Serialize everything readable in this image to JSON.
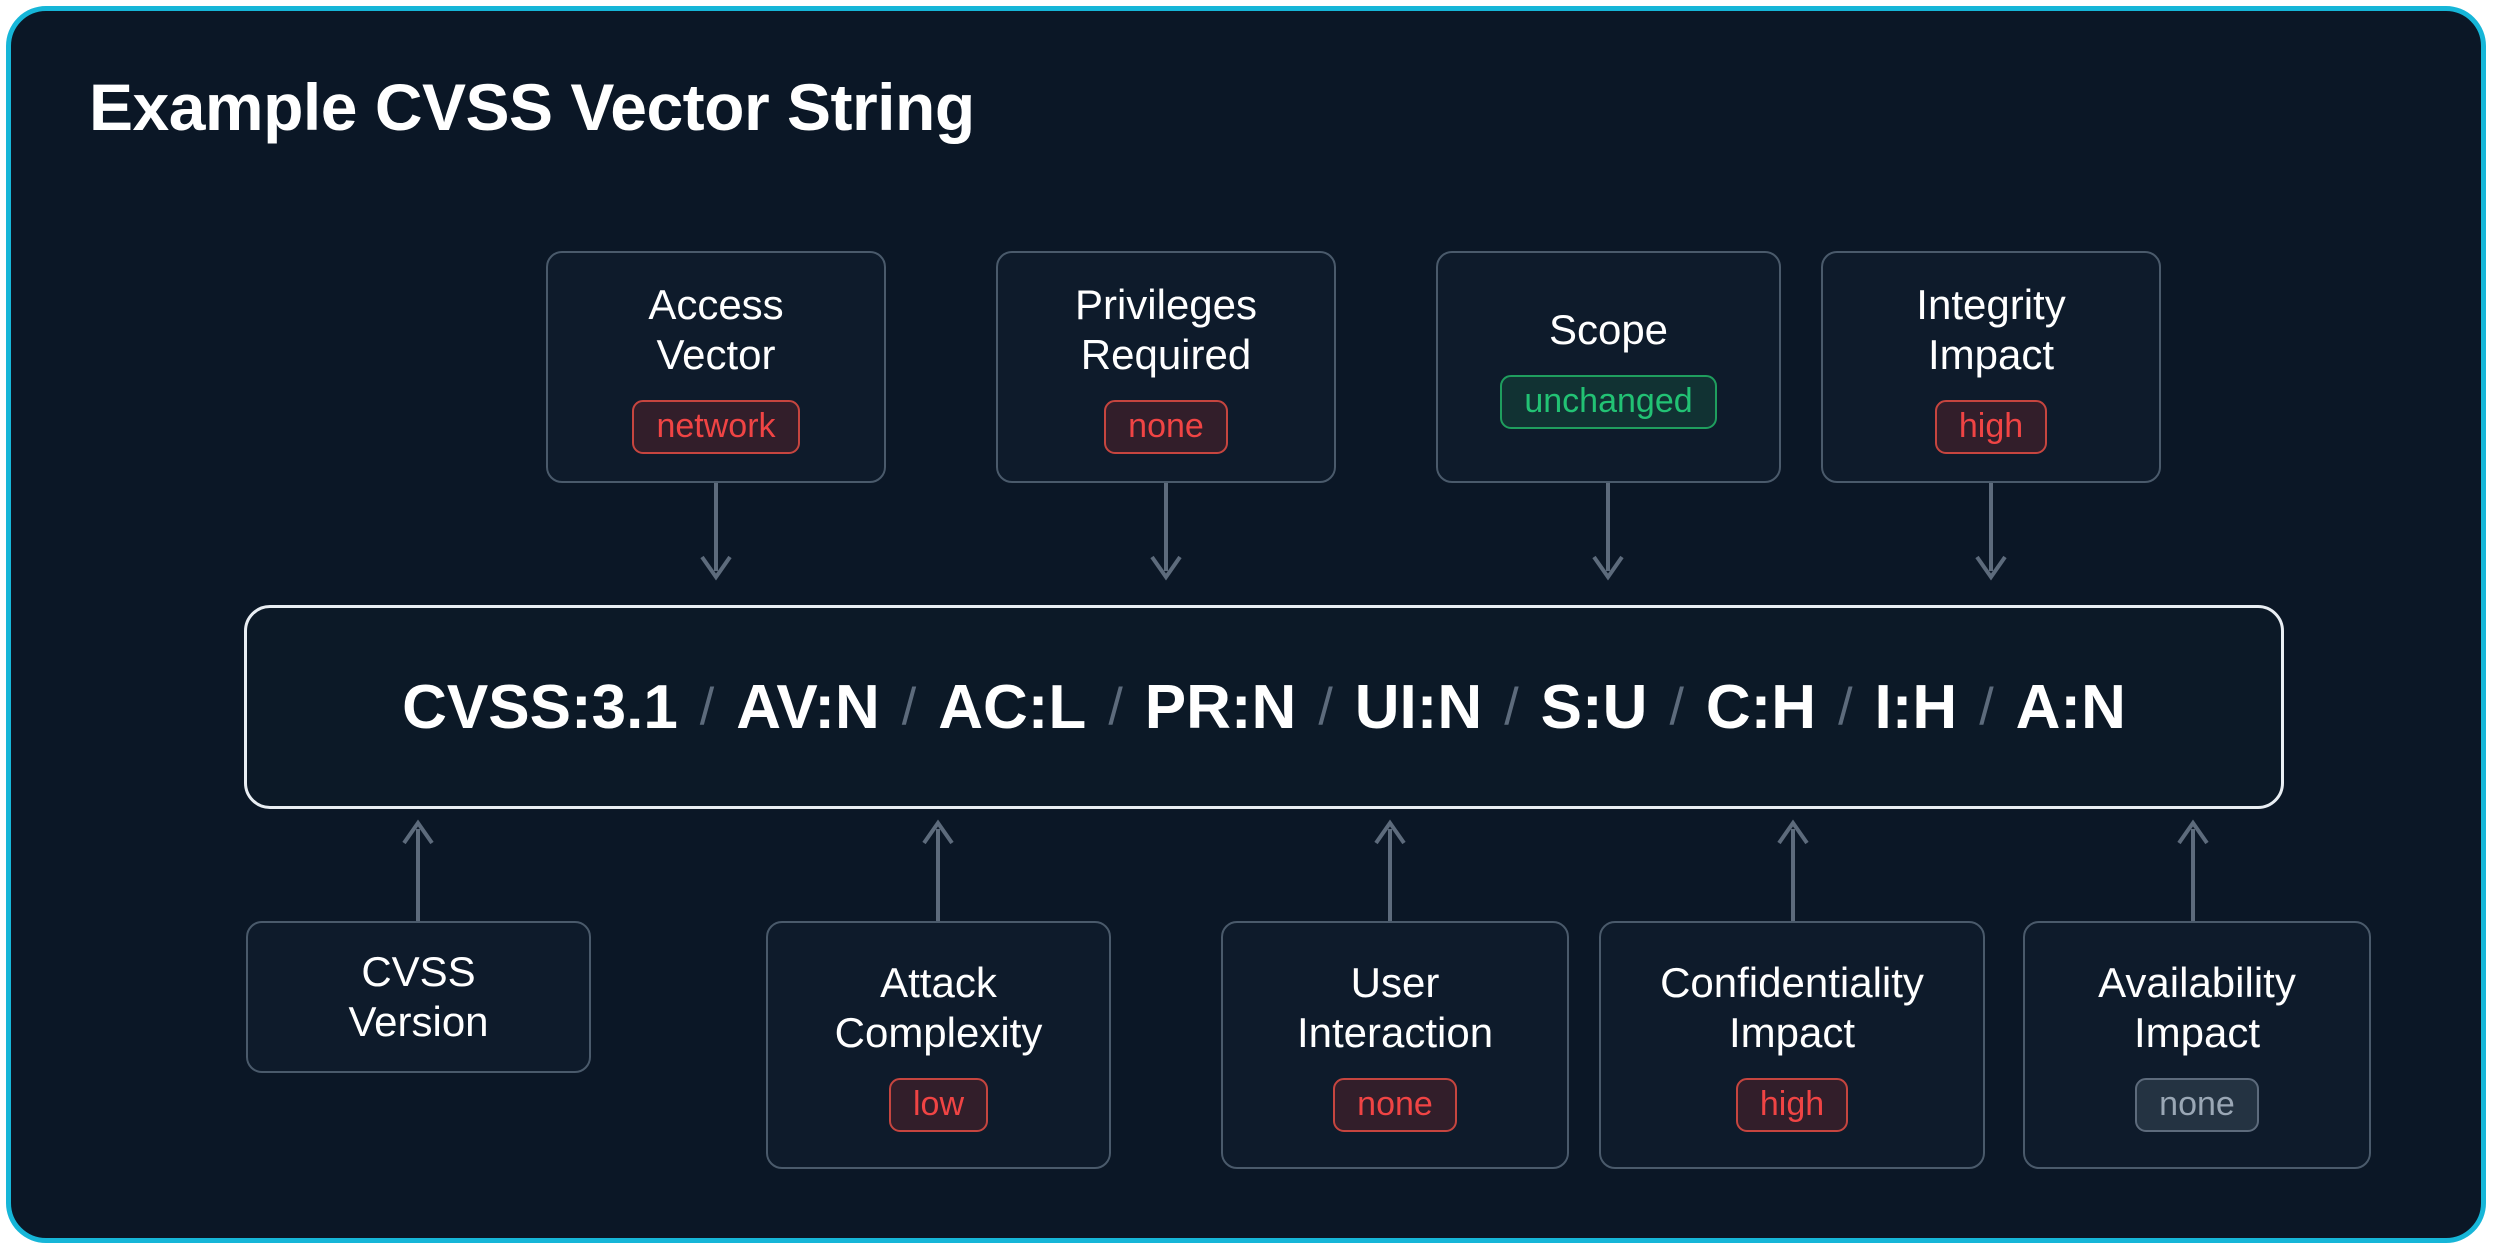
{
  "page": {
    "title": "Example CVSS Vector String",
    "accent_border_color": "#16b6d8",
    "background_color": "#0b1726"
  },
  "vector_string": {
    "full": "CVSS:3.1 / AV:N / AC:L / PR:N / UI:N / S:U / C:H / I:H / A:N",
    "separator": "/",
    "tokens": [
      {
        "text": "CVSS:3.1"
      },
      {
        "text": "AV:N"
      },
      {
        "text": "AC:L"
      },
      {
        "text": "PR:N"
      },
      {
        "text": "UI:N"
      },
      {
        "text": "S:U"
      },
      {
        "text": "C:H"
      },
      {
        "text": "I:H"
      },
      {
        "text": "A:N"
      }
    ]
  },
  "top_row": [
    {
      "name": "access-vector",
      "label": "Access\nVector",
      "badge": {
        "text": "network",
        "severity": "red"
      }
    },
    {
      "name": "privileges-required",
      "label": "Privileges\nRequired",
      "badge": {
        "text": "none",
        "severity": "red"
      }
    },
    {
      "name": "scope",
      "label": "Scope",
      "badge": {
        "text": "unchanged",
        "severity": "green"
      }
    },
    {
      "name": "integrity-impact",
      "label": "Integrity\nImpact",
      "badge": {
        "text": "high",
        "severity": "red"
      }
    }
  ],
  "bottom_row": [
    {
      "name": "cvss-version",
      "label": "CVSS\nVersion",
      "badge": null
    },
    {
      "name": "attack-complexity",
      "label": "Attack\nComplexity",
      "badge": {
        "text": "low",
        "severity": "red"
      }
    },
    {
      "name": "user-interaction",
      "label": "User\nInteraction",
      "badge": {
        "text": "none",
        "severity": "red"
      }
    },
    {
      "name": "confidentiality-impact",
      "label": "Confidentiality\nImpact",
      "badge": {
        "text": "high",
        "severity": "red"
      }
    },
    {
      "name": "availability-impact",
      "label": "Availability\nImpact",
      "badge": {
        "text": "none",
        "severity": "gray"
      }
    }
  ],
  "colors": {
    "red": "#f04444",
    "green": "#22c274",
    "gray": "#9aa7b5",
    "connector": "#5d6b7c",
    "box_border": "#4a5a6b",
    "vector_border": "#e9eef3"
  }
}
